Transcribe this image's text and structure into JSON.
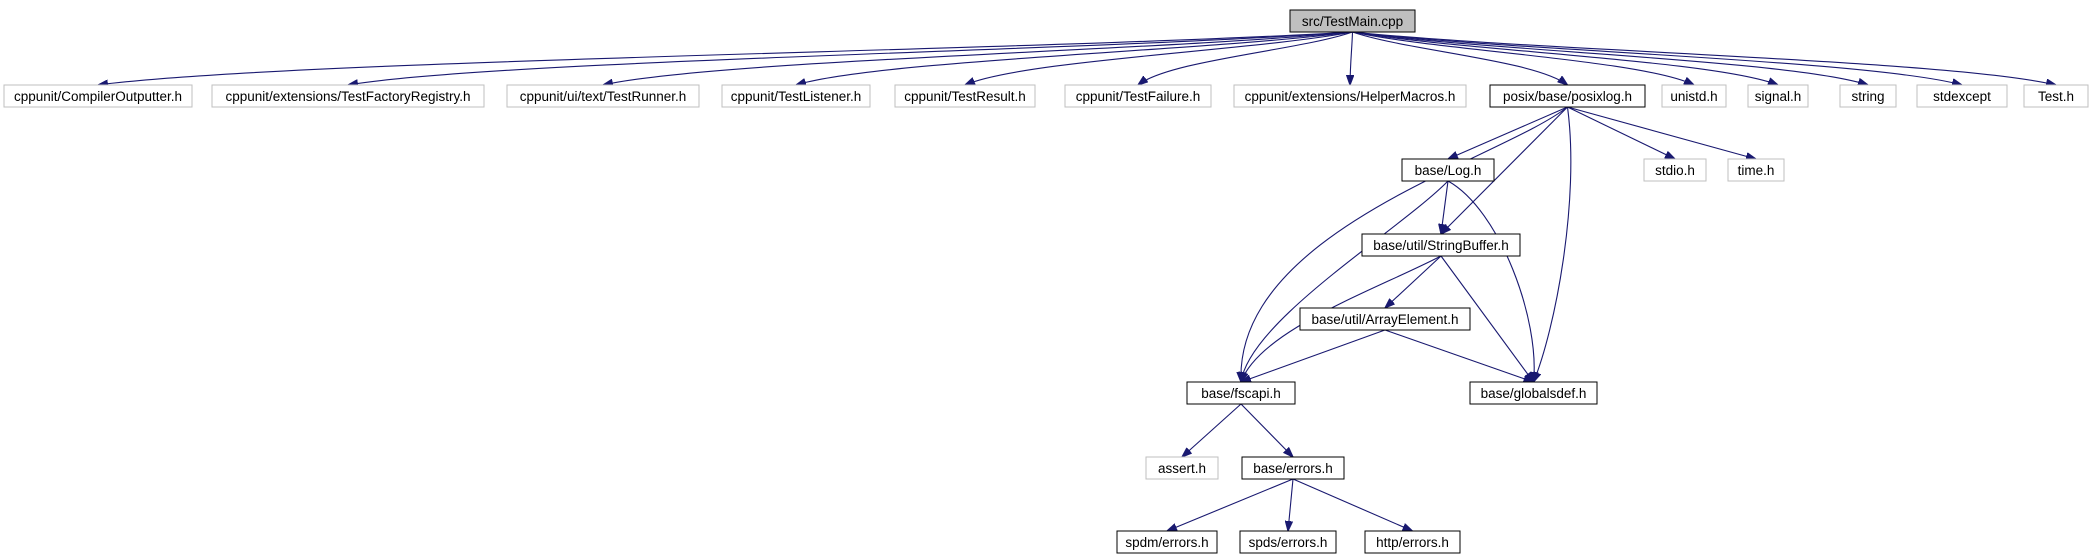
{
  "colors": {
    "edge": "#191970",
    "internal_border": "#000000",
    "external_border": "#bfbfbf",
    "root_fill": "#bfbfbf",
    "text": "#000000"
  },
  "nodes": [
    {
      "id": "root",
      "label": "src/TestMain.cpp",
      "kind": "root"
    },
    {
      "id": "n_compiler",
      "label": "cppunit/CompilerOutputter.h",
      "kind": "external"
    },
    {
      "id": "n_factory",
      "label": "cppunit/extensions/TestFactoryRegistry.h",
      "kind": "external"
    },
    {
      "id": "n_runner",
      "label": "cppunit/ui/text/TestRunner.h",
      "kind": "external"
    },
    {
      "id": "n_listener",
      "label": "cppunit/TestListener.h",
      "kind": "external"
    },
    {
      "id": "n_result",
      "label": "cppunit/TestResult.h",
      "kind": "external"
    },
    {
      "id": "n_failure",
      "label": "cppunit/TestFailure.h",
      "kind": "external"
    },
    {
      "id": "n_helper",
      "label": "cppunit/extensions/HelperMacros.h",
      "kind": "external"
    },
    {
      "id": "n_posixlog",
      "label": "posix/base/posixlog.h",
      "kind": "internal"
    },
    {
      "id": "n_unistd",
      "label": "unistd.h",
      "kind": "external"
    },
    {
      "id": "n_signal",
      "label": "signal.h",
      "kind": "external"
    },
    {
      "id": "n_string",
      "label": "string",
      "kind": "external"
    },
    {
      "id": "n_stdexcept",
      "label": "stdexcept",
      "kind": "external"
    },
    {
      "id": "n_test",
      "label": "Test.h",
      "kind": "external"
    },
    {
      "id": "n_log",
      "label": "base/Log.h",
      "kind": "internal"
    },
    {
      "id": "n_stdio",
      "label": "stdio.h",
      "kind": "external"
    },
    {
      "id": "n_time",
      "label": "time.h",
      "kind": "external"
    },
    {
      "id": "n_strbuf",
      "label": "base/util/StringBuffer.h",
      "kind": "internal"
    },
    {
      "id": "n_array",
      "label": "base/util/ArrayElement.h",
      "kind": "internal"
    },
    {
      "id": "n_fscapi",
      "label": "base/fscapi.h",
      "kind": "internal"
    },
    {
      "id": "n_globals",
      "label": "base/globalsdef.h",
      "kind": "internal"
    },
    {
      "id": "n_assert",
      "label": "assert.h",
      "kind": "external"
    },
    {
      "id": "n_errors",
      "label": "base/errors.h",
      "kind": "internal"
    },
    {
      "id": "n_spdm",
      "label": "spdm/errors.h",
      "kind": "internal"
    },
    {
      "id": "n_spds",
      "label": "spds/errors.h",
      "kind": "internal"
    },
    {
      "id": "n_http",
      "label": "http/errors.h",
      "kind": "internal"
    }
  ],
  "edges": [
    [
      "root",
      "n_compiler"
    ],
    [
      "root",
      "n_factory"
    ],
    [
      "root",
      "n_runner"
    ],
    [
      "root",
      "n_listener"
    ],
    [
      "root",
      "n_result"
    ],
    [
      "root",
      "n_failure"
    ],
    [
      "root",
      "n_helper"
    ],
    [
      "root",
      "n_posixlog"
    ],
    [
      "root",
      "n_unistd"
    ],
    [
      "root",
      "n_signal"
    ],
    [
      "root",
      "n_string"
    ],
    [
      "root",
      "n_stdexcept"
    ],
    [
      "root",
      "n_test"
    ],
    [
      "n_posixlog",
      "n_log"
    ],
    [
      "n_posixlog",
      "n_stdio"
    ],
    [
      "n_posixlog",
      "n_time"
    ],
    [
      "n_posixlog",
      "n_strbuf"
    ],
    [
      "n_posixlog",
      "n_fscapi"
    ],
    [
      "n_posixlog",
      "n_globals"
    ],
    [
      "n_log",
      "n_strbuf"
    ],
    [
      "n_log",
      "n_fscapi"
    ],
    [
      "n_log",
      "n_globals"
    ],
    [
      "n_strbuf",
      "n_array"
    ],
    [
      "n_strbuf",
      "n_fscapi"
    ],
    [
      "n_strbuf",
      "n_globals"
    ],
    [
      "n_array",
      "n_fscapi"
    ],
    [
      "n_array",
      "n_globals"
    ],
    [
      "n_fscapi",
      "n_assert"
    ],
    [
      "n_fscapi",
      "n_errors"
    ],
    [
      "n_errors",
      "n_spdm"
    ],
    [
      "n_errors",
      "n_spds"
    ],
    [
      "n_errors",
      "n_http"
    ]
  ]
}
